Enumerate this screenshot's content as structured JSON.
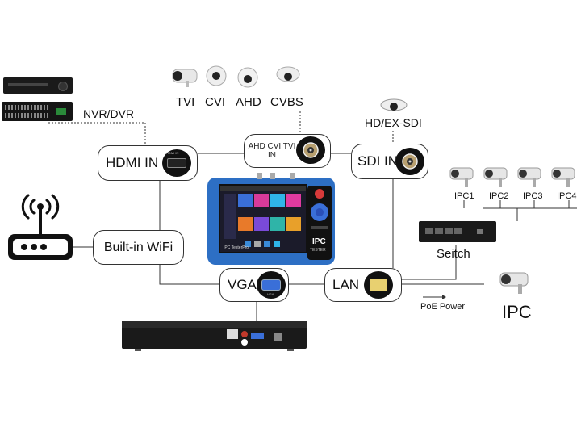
{
  "camera_types": [
    "TVI",
    "CVI",
    "AHD",
    "CVBS"
  ],
  "nvr_label": "NVR/DVR",
  "sdi_cam_label": "HD/EX-SDI",
  "interfaces": {
    "hdmi_in": "HDMI IN",
    "analog_in": "AHD CVI TVI IN",
    "sdi_in": "SDI IN",
    "wifi": "Built-in WiFi",
    "vga": "VGA",
    "lan": "LAN"
  },
  "ports": {
    "hdmi_port_text": "HDMI IN",
    "vga_port_text": "VGA"
  },
  "ipc_array": [
    "IPC1",
    "IPC2",
    "IPC3",
    "IPC4"
  ],
  "switch_label": "Seitch",
  "poe_label": "PoE Power",
  "ipc_label": "IPC",
  "tester": {
    "brand": "IPC",
    "model": "IPC TesterPro",
    "tag": "TESTER"
  },
  "colors": {
    "tester_body": "#2d6fc4",
    "app_tiles": [
      "#3a6fd8",
      "#d83a9a",
      "#2fb4e8",
      "#e03aa0",
      "#e87a2a",
      "#7a4ad8",
      "#2fb4a8",
      "#e8a02a"
    ]
  }
}
